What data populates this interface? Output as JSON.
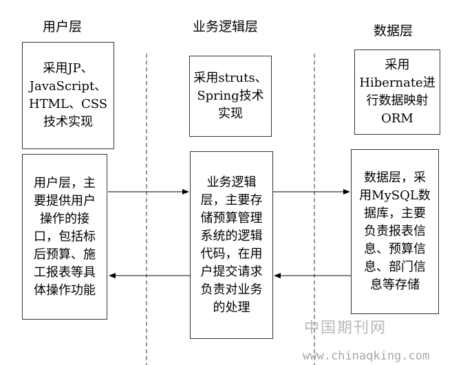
{
  "columns": [
    {
      "title": "用户层",
      "tech_lines": [
        "采用JP、",
        "JavaScript、",
        "HTML、CSS",
        "技术实现"
      ],
      "desc_lines": [
        "用户层，主",
        "要提供用户",
        "操作的接",
        "口，包括标",
        "后预算、施",
        "工报表等具",
        "体操作功能"
      ]
    },
    {
      "title": "业务逻辑层",
      "tech_lines": [
        "采用struts、",
        "Spring技术",
        "实现"
      ],
      "desc_lines": [
        "业务逻辑",
        "层，主要存",
        "储预算管理",
        "系统的逻辑",
        "代码，在用",
        "户提交请求",
        "负责对业务",
        "的处理"
      ]
    },
    {
      "title": "数据层",
      "tech_lines": [
        "采用",
        "Hibernate进",
        "行数据映射",
        "ORM"
      ],
      "desc_lines": [
        "数据层，采",
        "用MySQL数",
        "据库，主要",
        "负责报表信",
        "息、预算信",
        "息、部门信",
        "息等存储"
      ]
    }
  ],
  "watermark": {
    "cn": "中国期刊网",
    "url": "www.chinaqking.com"
  }
}
